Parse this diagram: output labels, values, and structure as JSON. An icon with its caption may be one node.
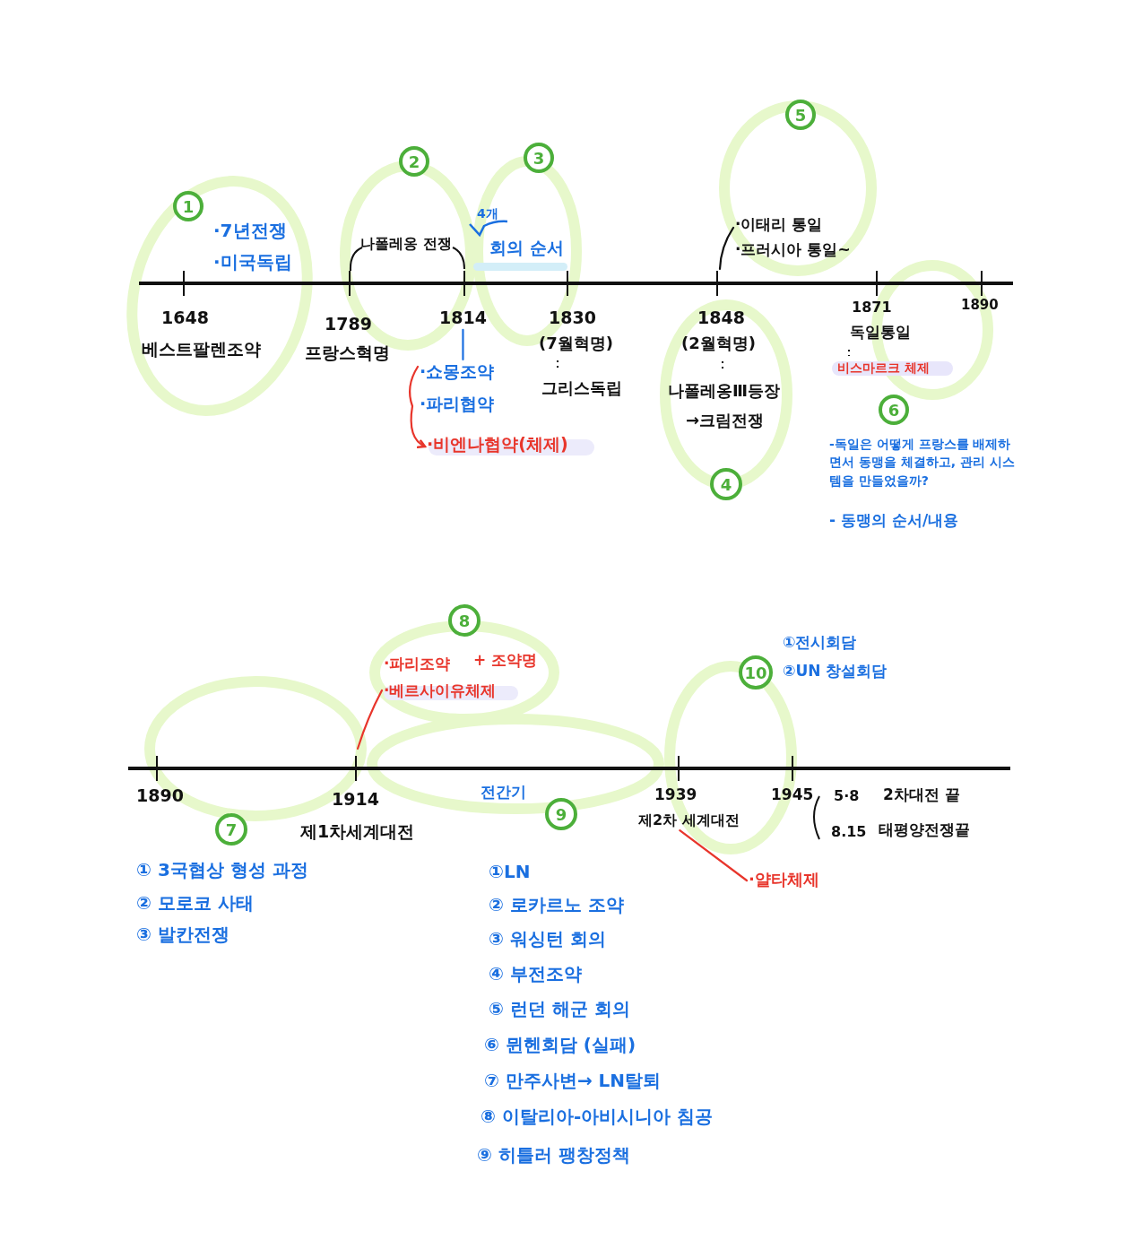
{
  "diagram": {
    "nodes": [
      {
        "text": [
          "1"
        ]
      },
      {
        "text": [
          "2"
        ]
      },
      {
        "text": [
          "3"
        ]
      },
      {
        "text": [
          "5"
        ]
      },
      {
        "text": [
          "4"
        ]
      },
      {
        "text": [
          "6"
        ]
      },
      {
        "text": [
          "8"
        ]
      },
      {
        "text": [
          "10"
        ]
      },
      {
        "text": [
          "7"
        ]
      },
      {
        "text": [
          "9"
        ]
      },
      {
        "text": [
          "1814"
        ]
      },
      {
        "text": [
          "·쇼몽조약",
          "·파리협약"
        ]
      },
      {
        "text": [
          "·비엔나협약(체제)"
        ]
      },
      {
        "text": [
          "·이태리 통일",
          "·프러시아 통일~"
        ]
      },
      {
        "text": [
          "·파리조약",
          "+ 조약명",
          "·베르사이유체제"
        ]
      },
      {
        "text": [
          "·얄타체제"
        ]
      },
      {
        "text": [
          "제2차 세계대전"
        ]
      }
    ],
    "edges": [
      {
        "from": 10,
        "to": 11,
        "arrow": "none",
        "color": "#1a6fe0"
      },
      {
        "from": 11,
        "to": 12,
        "arrow": "to"
      },
      {
        "from": null,
        "to": 13,
        "arrow": "none",
        "color": "#111111"
      },
      {
        "from": null,
        "to": 14,
        "arrow": "none"
      },
      {
        "from": 16,
        "to": 15,
        "arrow": "none"
      }
    ],
    "labels": [
      "·7년전쟁",
      "·미국독립",
      "나폴레옹 전쟁",
      "4개",
      "회의 순서",
      "1648",
      "베스트팔렌조약",
      "1789",
      "프랑스혁명",
      "1830",
      "(7월혁명)",
      "그리스독립",
      "1848",
      "(2월혁명)",
      "나폴레옹Ⅲ등장",
      "→크림전쟁",
      "1871",
      "독일통일",
      "비스마르크 체제",
      "1890",
      "-독일은 어떻게 프랑스를 배제하면서 동맹을 체결하고, 관리 시스템을 만들었을까?",
      "- 동맹의 순서/내용",
      "①전시회담",
      "②UN 창설회담",
      "1890",
      "1914",
      "제1차세계대전",
      "전간기",
      "1939",
      "1945",
      "5·8",
      "2차대전 끝",
      "8.15",
      "태평양전쟁끝",
      "① 3국협상 형성 과정",
      "② 모로코 사태",
      "③ 발칸전쟁",
      "①LN",
      "② 로카르노 조약",
      "③ 워싱턴 회의",
      "④ 부전조약",
      "⑤ 런던 해군 회의",
      "⑥ 뮌헨회담 (실패)",
      "⑦ 만주사변→ LN탈퇴",
      "⑧ 이탈리아-아비시니아 침공",
      "⑨ 히틀러 팽창정책"
    ]
  }
}
